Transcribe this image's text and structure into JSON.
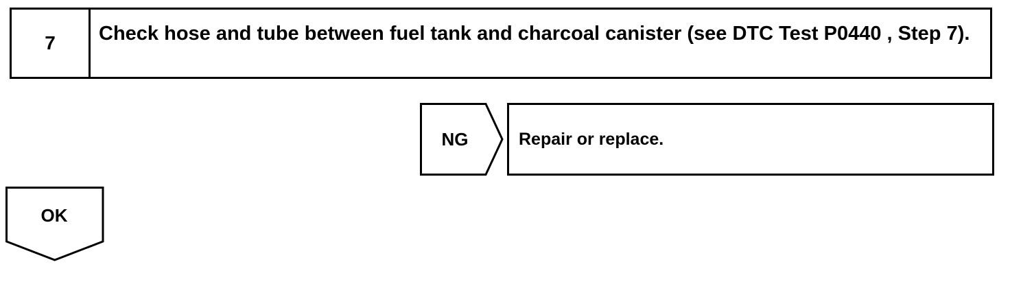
{
  "step": {
    "number": "7",
    "text": "Check hose and tube between fuel tank and charcoal canister (see DTC Test P0440 , Step 7)."
  },
  "ng_branch": {
    "label": "NG",
    "result": "Repair or replace."
  },
  "ok_branch": {
    "label": "OK"
  }
}
